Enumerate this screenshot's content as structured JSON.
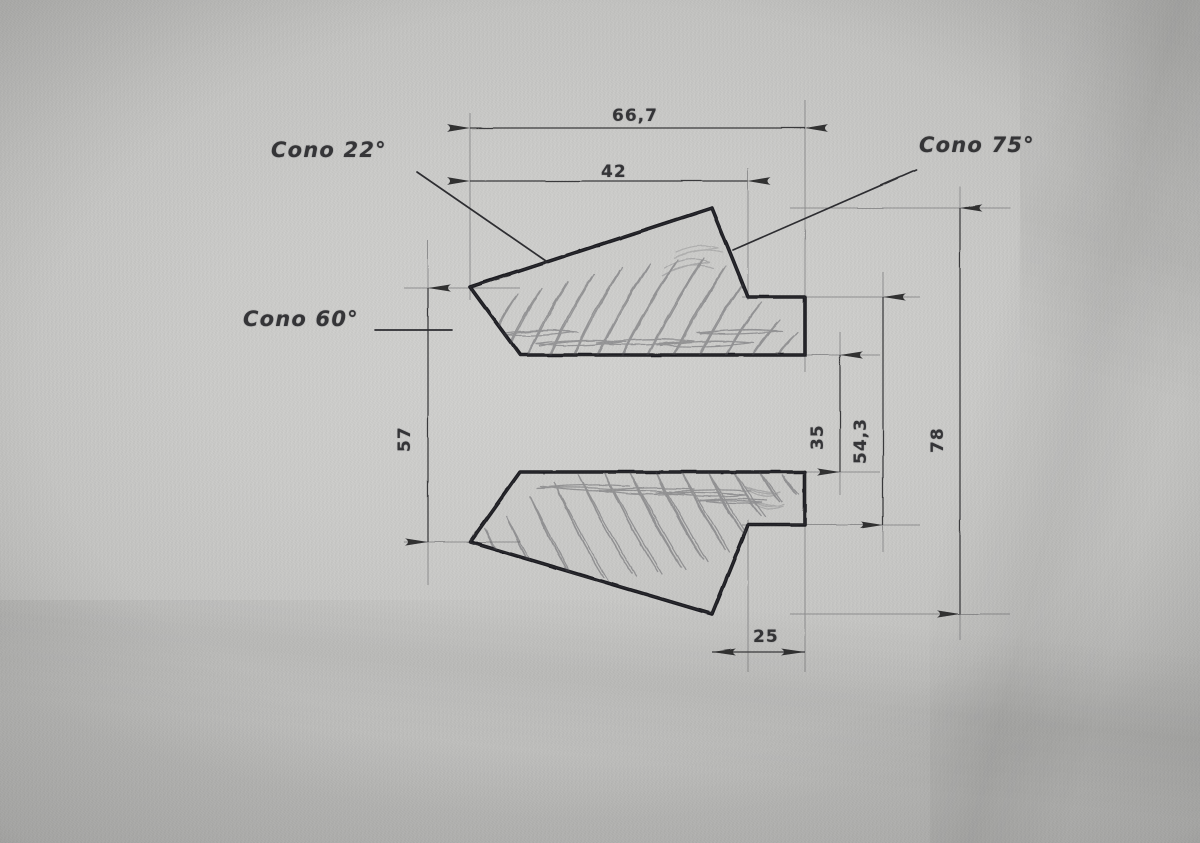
{
  "document": {
    "kind": "hand-drawn-engineering-sketch",
    "title": "Hand-drawn cone/taper part sketch",
    "medium": "pencil on paper",
    "paper_color": "#cfcfcd",
    "pencil_color": "#2b2b2e",
    "construction_line_color": "#6d6d70"
  },
  "annotations": {
    "cone_22": "Cono 22°",
    "cone_60": "Cono 60°",
    "cone_75": "Cono 75°"
  },
  "dimensions": {
    "top_overall": "66,7",
    "top_inner": "42",
    "left_height": "57",
    "right_step_small": "35",
    "right_step_mid": "54,3",
    "right_overall": "78",
    "bottom_width": "25"
  },
  "chart_data": {
    "type": "diagram",
    "title": "Hand-drawn cone/taper part sketch",
    "units": "mm",
    "view": "longitudinal section, symmetric about horizontal axis",
    "linear_dimensions": [
      {
        "label": "66,7",
        "orientation": "horizontal",
        "value": 66.7,
        "location": "top, overall length to right face"
      },
      {
        "label": "42",
        "orientation": "horizontal",
        "value": 42,
        "location": "top, length to step shoulder"
      },
      {
        "label": "57",
        "orientation": "vertical",
        "value": 57,
        "location": "left, diameter at small taper end"
      },
      {
        "label": "35",
        "orientation": "vertical",
        "value": 35,
        "location": "right, inner step diameter"
      },
      {
        "label": "54,3",
        "orientation": "vertical",
        "value": 54.3,
        "location": "right, intermediate diameter"
      },
      {
        "label": "78",
        "orientation": "vertical",
        "value": 78,
        "location": "right, overall maximum diameter"
      },
      {
        "label": "25",
        "orientation": "horizontal",
        "value": 25,
        "location": "bottom, step face width"
      }
    ],
    "angular_notes": [
      {
        "label": "Cono 22°",
        "value": 22,
        "points_to": "upper-left taper flank"
      },
      {
        "label": "Cono 60°",
        "value": 60,
        "points_to": "left end small diameter taper"
      },
      {
        "label": "Cono 75°",
        "value": 75,
        "points_to": "right steep taper flank"
      }
    ]
  }
}
